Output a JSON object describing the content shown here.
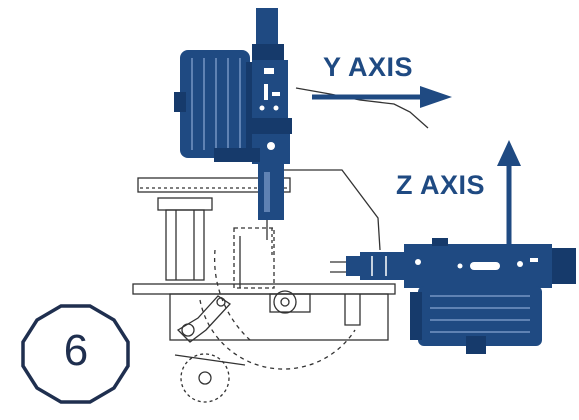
{
  "labels": {
    "y_axis": "Y AXIS",
    "z_axis": "Z AXIS",
    "step_number": "6"
  },
  "colors": {
    "machine_blue": "#1f4a82",
    "machine_dark": "#163a6b",
    "outline": "#333333",
    "badge_border": "#1f2f4f"
  },
  "icons": {
    "y_direction": "arrow-right-icon",
    "z_direction": "arrow-up-icon",
    "badge_shape": "dodecagon"
  }
}
